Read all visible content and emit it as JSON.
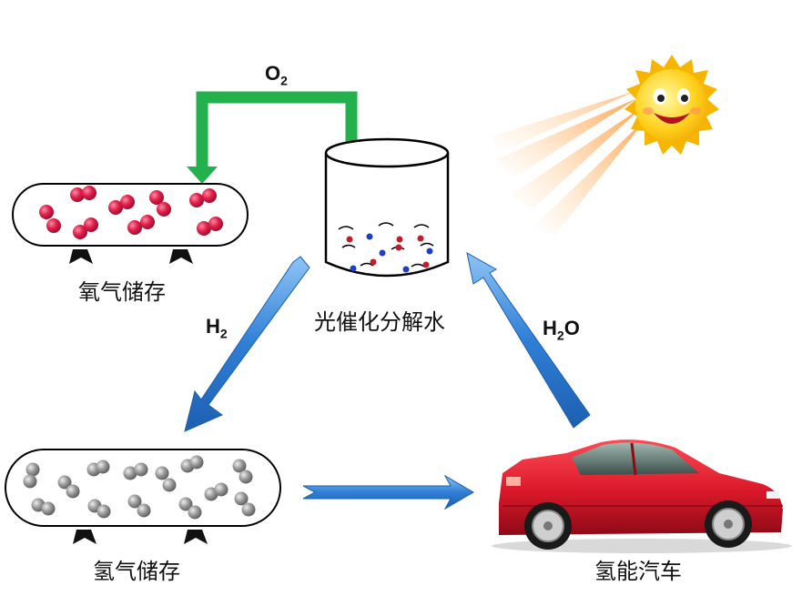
{
  "labels": {
    "o2_storage": "氧气储存",
    "h2_storage": "氢气储存",
    "photocatalysis": "光催化分解水",
    "hydrogen_car": "氢能汽车"
  },
  "formulas": {
    "o2": {
      "base": "O",
      "sub": "2",
      "tail": ""
    },
    "h2": {
      "base": "H",
      "sub": "2",
      "tail": ""
    },
    "h2o": {
      "base": "H",
      "sub": "2",
      "tail": "O"
    }
  },
  "colors": {
    "oxygen_molecule": "#e0204a",
    "hydrogen_molecule": "#8c8c8c",
    "blue_arrow": "#2f7fd6",
    "green_arrow": "#22b14c",
    "car_body": "#d8182a",
    "sun": "#ffd21f"
  },
  "icons": [
    "sun-icon",
    "car-icon",
    "beaker-icon"
  ]
}
